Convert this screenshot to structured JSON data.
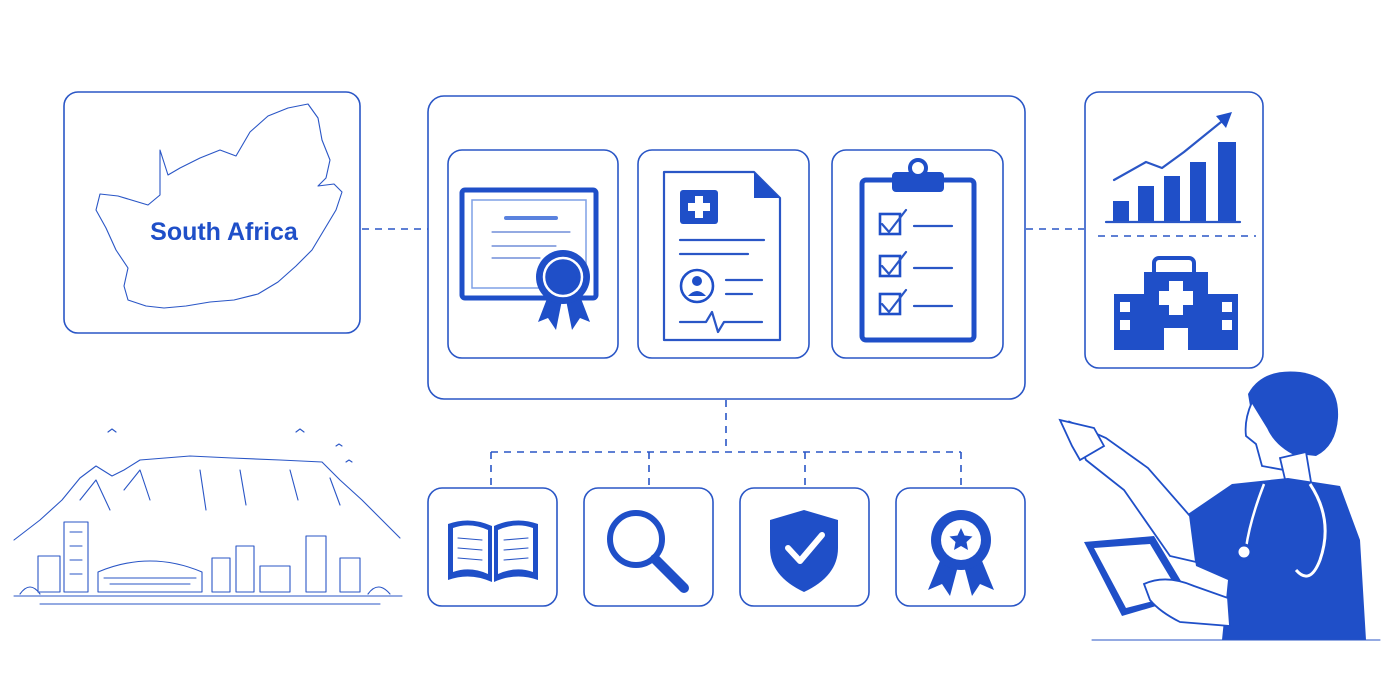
{
  "map_card": {
    "country_label": "South Africa"
  },
  "colors": {
    "accent": "#2a56c6",
    "accent_fill": "#1f4fc8",
    "background": "#ffffff"
  },
  "icons": {
    "credential_row": [
      "certificate-icon",
      "medical-record-icon",
      "checklist-clipboard-icon"
    ],
    "outcomes": [
      "growth-chart-icon",
      "hospital-icon"
    ],
    "process_row": [
      "open-book-icon",
      "magnifier-icon",
      "shield-check-icon",
      "award-badge-icon"
    ],
    "illustrations": [
      "cape-town-skyline",
      "doctor-with-tablet"
    ]
  }
}
